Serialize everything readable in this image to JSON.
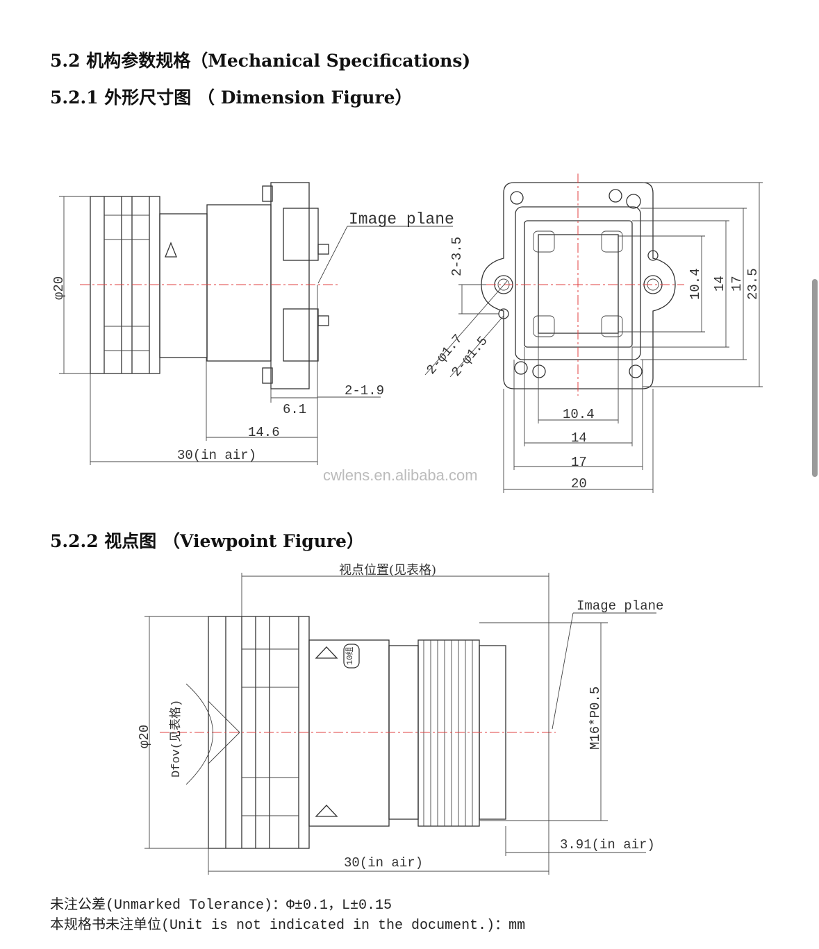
{
  "headings": {
    "s52": "5.2 机构参数规格（Mechanical Specifications)",
    "s521": "5.2.1 外形尺寸图 （ Dimension Figure）",
    "s522": "5.2.2 视点图 （Viewpoint Figure）"
  },
  "figure1": {
    "image_plane": "Image plane",
    "phi20": "φ20",
    "d_6_1": "6.1",
    "d_14_6": "14.6",
    "d_30": "30(in air)",
    "d_2_1_9": "2-1.9",
    "d_2_3_5": "2-3.5",
    "d_2_phi1_7": "2-φ1.7",
    "d_2_phi1_5": "2-φ1.5",
    "v_10_4": "10.4",
    "v_14": "14",
    "v_17": "17",
    "v_23_5": "23.5",
    "h_10_4": "10.4",
    "h_14": "14",
    "h_17": "17",
    "h_20": "20",
    "watermark": "cwlens.en.alibaba.com"
  },
  "figure2": {
    "viewpoint_pos": "视点位置(见表格)",
    "image_plane": "Image plane",
    "phi20": "φ20",
    "dfov": "Dfov(见表格)",
    "thread": "M16*P0.5",
    "d_3_91": "3.91(in air)",
    "d_30": "30(in air)",
    "lens_mark": "10组"
  },
  "notes": {
    "tolerance": "未注公差(Unmarked Tolerance)：Φ±0.1，L±0.15",
    "unit": "本规格书未注单位(Unit is not indicated in the document.)：mm"
  }
}
